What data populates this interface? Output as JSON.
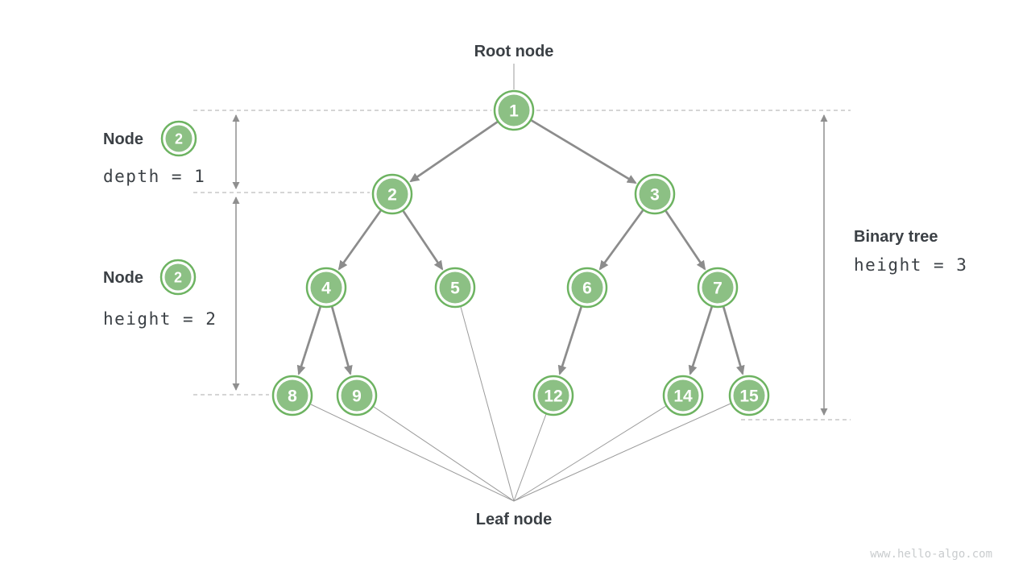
{
  "title": "Binary tree terminology diagram",
  "colors": {
    "background": "#ffffff",
    "node_fill": "#8cc084",
    "node_border": "#6db361",
    "node_text": "#ffffff",
    "edge": "#8c8c8c",
    "guide_dashed": "#ababab",
    "measure_arrow": "#8f8f8f",
    "label_text": "#3b4045",
    "watermark": "#c9ccce"
  },
  "annotations": {
    "root_label": "Root node",
    "leaf_label": "Leaf node",
    "left_top": {
      "title": "Node",
      "badge": "2",
      "metric": "depth = 1"
    },
    "left_bottom": {
      "title": "Node",
      "badge": "2",
      "metric": "height = 2"
    },
    "right": {
      "title": "Binary tree",
      "metric": "height = 3"
    }
  },
  "tree": {
    "nodes": [
      {
        "value": "1",
        "level": 0
      },
      {
        "value": "2",
        "level": 1
      },
      {
        "value": "3",
        "level": 1
      },
      {
        "value": "4",
        "level": 2
      },
      {
        "value": "5",
        "level": 2
      },
      {
        "value": "6",
        "level": 2
      },
      {
        "value": "7",
        "level": 2
      },
      {
        "value": "8",
        "level": 3
      },
      {
        "value": "9",
        "level": 3
      },
      {
        "value": "12",
        "level": 3
      },
      {
        "value": "14",
        "level": 3
      },
      {
        "value": "15",
        "level": 3
      }
    ],
    "edges": [
      [
        "1",
        "2"
      ],
      [
        "1",
        "3"
      ],
      [
        "2",
        "4"
      ],
      [
        "2",
        "5"
      ],
      [
        "3",
        "6"
      ],
      [
        "3",
        "7"
      ],
      [
        "4",
        "8"
      ],
      [
        "4",
        "9"
      ],
      [
        "6",
        "12"
      ],
      [
        "7",
        "14"
      ],
      [
        "7",
        "15"
      ]
    ],
    "leaves": [
      "8",
      "9",
      "5",
      "12",
      "14",
      "15"
    ]
  },
  "watermark": "www.hello-algo.com"
}
